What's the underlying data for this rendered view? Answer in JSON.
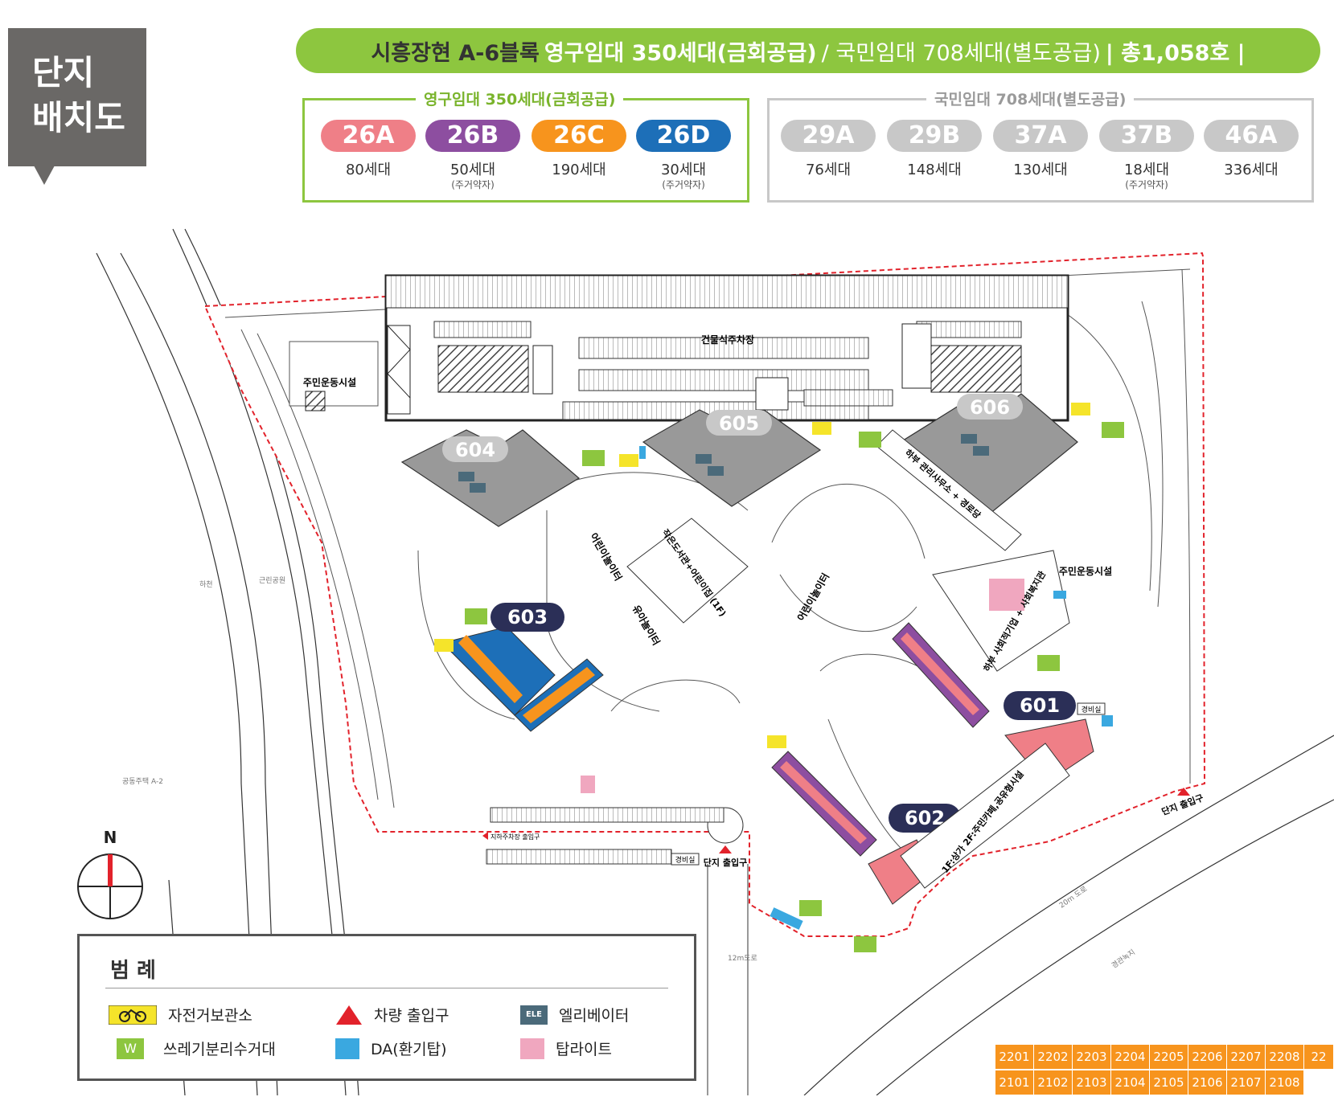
{
  "title": {
    "line1": "단지",
    "line2": "배치도"
  },
  "header": {
    "part1": "시흥장현 A-6블록",
    "part2": "영구임대 350세대(금회공급)",
    "part3": "/ 국민임대 708세대(별도공급)",
    "part4": "| 총1,058호 |"
  },
  "permanent_rental": {
    "title": "영구임대 350세대(금회공급)",
    "units": [
      {
        "type": "26A",
        "count": "80세대",
        "note": "",
        "color": "#ef7f87"
      },
      {
        "type": "26B",
        "count": "50세대",
        "note": "(주거약자)",
        "color": "#8d4ea0"
      },
      {
        "type": "26C",
        "count": "190세대",
        "note": "",
        "color": "#f7941d"
      },
      {
        "type": "26D",
        "count": "30세대",
        "note": "(주거약자)",
        "color": "#1d6fb8"
      }
    ]
  },
  "national_rental": {
    "title": "국민임대 708세대(별도공급)",
    "units": [
      {
        "type": "29A",
        "count": "76세대",
        "note": ""
      },
      {
        "type": "29B",
        "count": "148세대",
        "note": ""
      },
      {
        "type": "37A",
        "count": "130세대",
        "note": ""
      },
      {
        "type": "37B",
        "count": "18세대",
        "note": "(주거약자)"
      },
      {
        "type": "46A",
        "count": "336세대",
        "note": ""
      }
    ],
    "color": "#c8c8c8"
  },
  "buildings": {
    "b601": "601",
    "b602": "602",
    "b603": "603",
    "b604": "604",
    "b605": "605",
    "b606": "606"
  },
  "map_labels": {
    "parking": "건물식주차장",
    "fitness1": "주민운동시설",
    "fitness2": "주민운동시설",
    "playground1": "어린이놀이터",
    "playground2": "어린이놀이터",
    "toddler_play": "유아놀이터",
    "library": "작은도서관+어린이집 (1F)",
    "mgmt": "하부 관리사무소 + 경로당",
    "social": "하부 사회적기업 + 사회복지관",
    "commercial": "1F:상가 2F:주민카페,공유형시설",
    "guard1": "경비실",
    "guard2": "경비실",
    "entrance1": "단지 출입구",
    "entrance2": "단지 출입구",
    "underground": "지하주차장 출입구",
    "road12": "12m도로",
    "road20": "20m 도로",
    "river": "하천",
    "park": "근린공원",
    "housing": "공동주택 A-2",
    "green": "경관녹지"
  },
  "legend": {
    "title": "범 례",
    "items": [
      {
        "label": "자전거보관소",
        "icon": "bicycle-icon"
      },
      {
        "label": "차량 출입구",
        "icon": "triangle-icon"
      },
      {
        "label": "엘리베이터",
        "icon": "elevator-icon",
        "badge": "ELE"
      },
      {
        "label": "쓰레기분리수거대",
        "icon": "waste-icon",
        "badge": "W"
      },
      {
        "label": "DA(환기탑)",
        "icon": "da-icon"
      },
      {
        "label": "탑라이트",
        "icon": "toplight-icon"
      }
    ]
  },
  "compass": {
    "label": "N"
  },
  "unit_table": {
    "row1": [
      "2201",
      "2202",
      "2203",
      "2204",
      "2205",
      "2206",
      "2207",
      "2208",
      "22"
    ],
    "row2": [
      "2101",
      "2102",
      "2103",
      "2104",
      "2105",
      "2106",
      "2107",
      "2108",
      ""
    ]
  }
}
